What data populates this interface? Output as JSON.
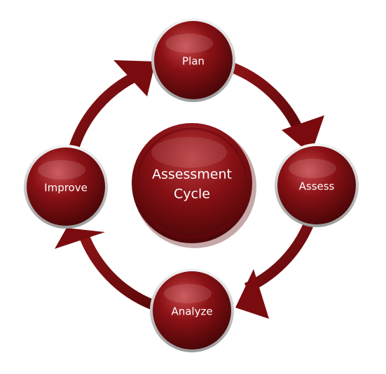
{
  "diagram": {
    "center": {
      "line1": "Assessment",
      "line2": "Cycle"
    },
    "nodes": {
      "plan": "Plan",
      "assess": "Assess",
      "analyze": "Analyze",
      "improve": "Improve"
    },
    "colors": {
      "primary": "#8a1115",
      "dark": "#4a0608",
      "light": "#c7464a",
      "arrow": "#7a0c0f",
      "rim": "#cfcfcf"
    }
  }
}
